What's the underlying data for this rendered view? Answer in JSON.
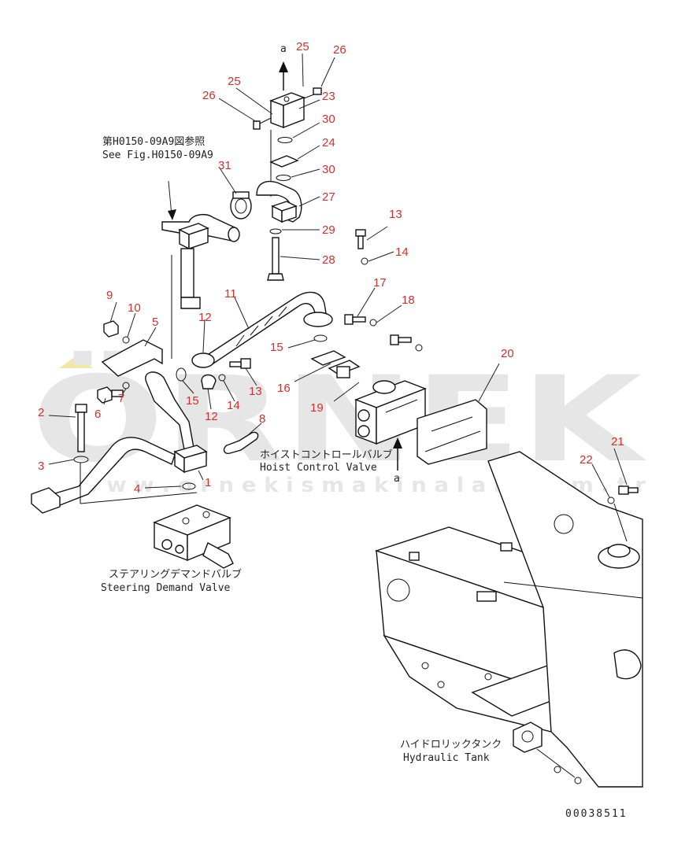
{
  "watermark": {
    "brand": "ÖRNEK",
    "site": "w w w . o r n e k i s m a k i n a l a r . c o m . t r"
  },
  "references": {
    "fig_ref_jp": "第H0150-09A9図参照",
    "fig_ref_en": "See Fig.H0150-09A9",
    "arrow_top": "a",
    "arrow_bottom": "a"
  },
  "captions": {
    "hoist_jp": "ホイストコントロールバルブ",
    "hoist_en": "Hoist Control Valve",
    "steering_jp": "ステアリングデマンドバルブ",
    "steering_en": "Steering Demand Valve",
    "tank_jp": "ハイドロリックタンク",
    "tank_en": "Hydraulic Tank"
  },
  "drawing_number": "00038511",
  "part_numbers": {
    "p1": "1",
    "p2": "2",
    "p3": "3",
    "p4": "4",
    "p5": "5",
    "p6": "6",
    "p7": "7",
    "p8": "8",
    "p9": "9",
    "p10": "10",
    "p11": "11",
    "p12a": "12",
    "p12b": "12",
    "p13a": "13",
    "p13b": "13",
    "p14a": "14",
    "p14b": "14",
    "p15a": "15",
    "p15b": "15",
    "p16": "16",
    "p17": "17",
    "p18": "18",
    "p19": "19",
    "p20": "20",
    "p21": "21",
    "p22": "22",
    "p23": "23",
    "p24": "24",
    "p25a": "25",
    "p25b": "25",
    "p26a": "26",
    "p26b": "26",
    "p27": "27",
    "p28": "28",
    "p29": "29",
    "p30a": "30",
    "p30b": "30",
    "p31": "31"
  }
}
